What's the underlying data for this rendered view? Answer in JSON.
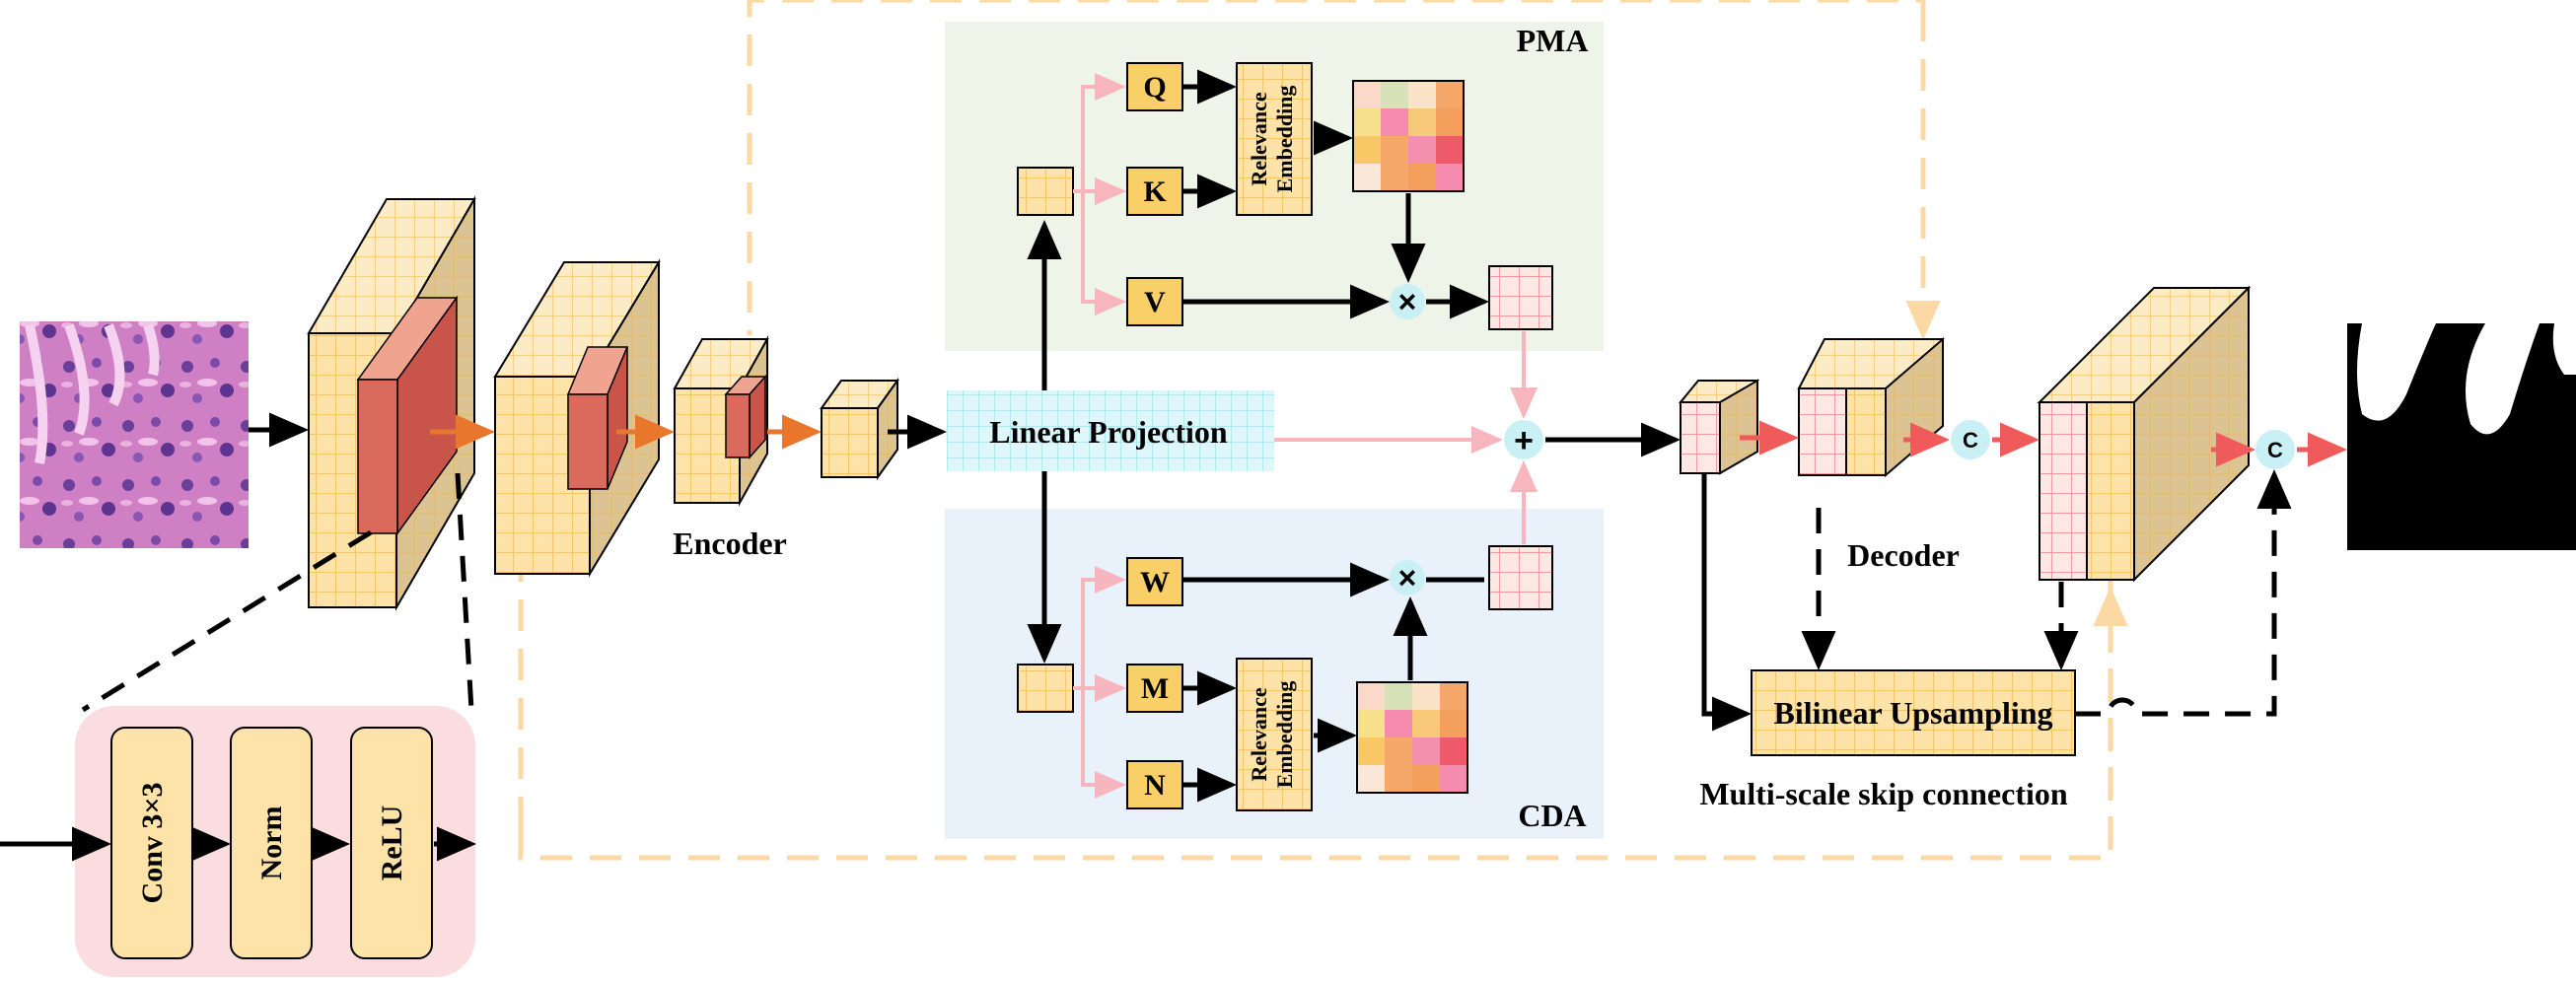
{
  "diagram": {
    "encoder_label": "Encoder",
    "decoder_label": "Decoder",
    "linear_projection_label": "Linear Projection",
    "pma_label": "PMA",
    "cda_label": "CDA",
    "pma_tokens": [
      "Q",
      "K",
      "V"
    ],
    "cda_tokens": [
      "W",
      "M",
      "N"
    ],
    "relevance_embedding_label": [
      "Relevance",
      "Embedding"
    ],
    "multiply_symbol": "×",
    "add_symbol": "+",
    "concat_symbol": "C",
    "bilinear_label": "Bilinear Upsampling",
    "skip_connection_label": "Multi-scale skip connection",
    "conv_block_layers": [
      "Conv 3×3",
      "Norm",
      "ReLU"
    ]
  },
  "colors": {
    "cube_face": "#fde3a7",
    "cube_grid": "#f7c872",
    "red_patch": "#d96a5c",
    "pink_grid": "#f4a7ad",
    "pma_bg": "#eef4e8",
    "cda_bg": "#e9f2fb",
    "conv_block_bg": "#fbdde0",
    "dashed_frame": "#fbd8a4",
    "orange_arrow": "#e8772d",
    "red_arrow": "#ef5a5a",
    "pink_arrow": "#f7b6bd",
    "node_bg": "#c9f0f5"
  },
  "icons": {
    "histology_image": "tissue-image-icon",
    "mask_image": "segmentation-mask-icon"
  }
}
